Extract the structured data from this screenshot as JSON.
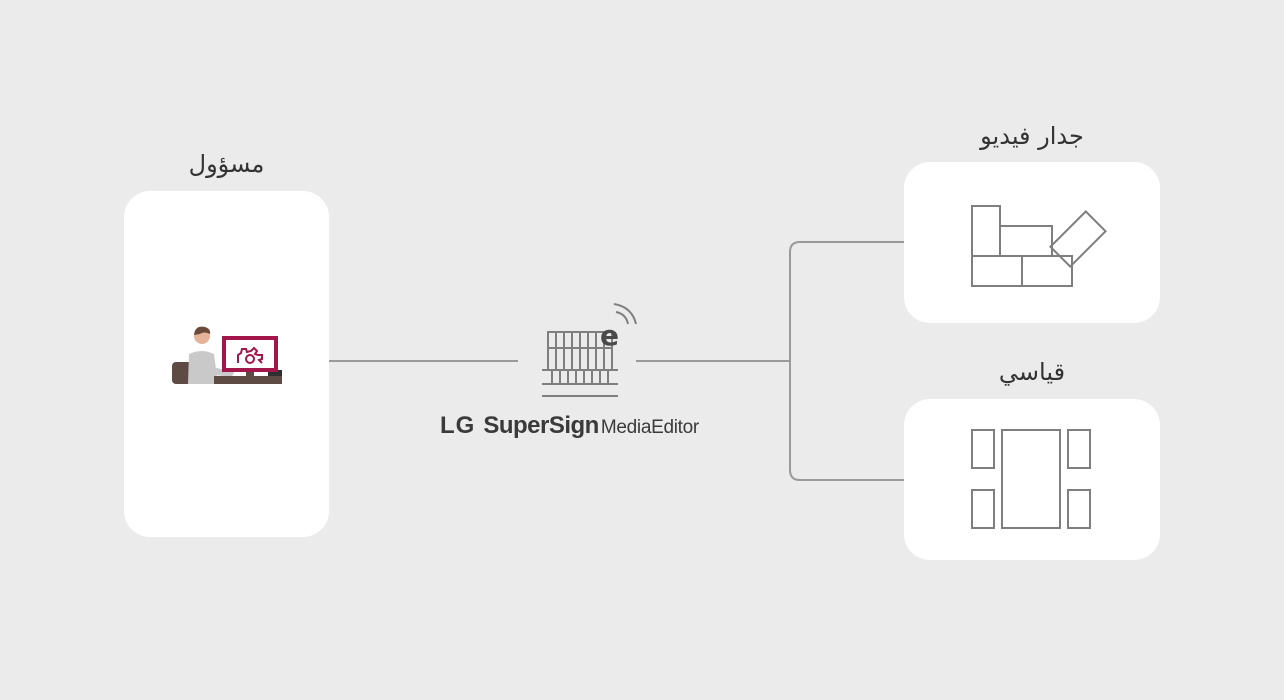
{
  "admin": {
    "label": "مسؤول",
    "icon": "admin-workstation-icon"
  },
  "server": {
    "icon": "server-wireless-icon",
    "badge_letter": "e",
    "brand_lg": "LG",
    "brand_supersign": "SuperSign",
    "brand_mediaeditor": "MediaEditor"
  },
  "targets": [
    {
      "label": "جدار فيديو",
      "icon": "video-wall-icon"
    },
    {
      "label": "قياسي",
      "icon": "standard-layout-icon"
    }
  ],
  "colors": {
    "background": "#ebebeb",
    "card": "#ffffff",
    "line": "#9a9a9a",
    "icon_stroke": "#7f7f7f",
    "accent": "#a3164c"
  }
}
